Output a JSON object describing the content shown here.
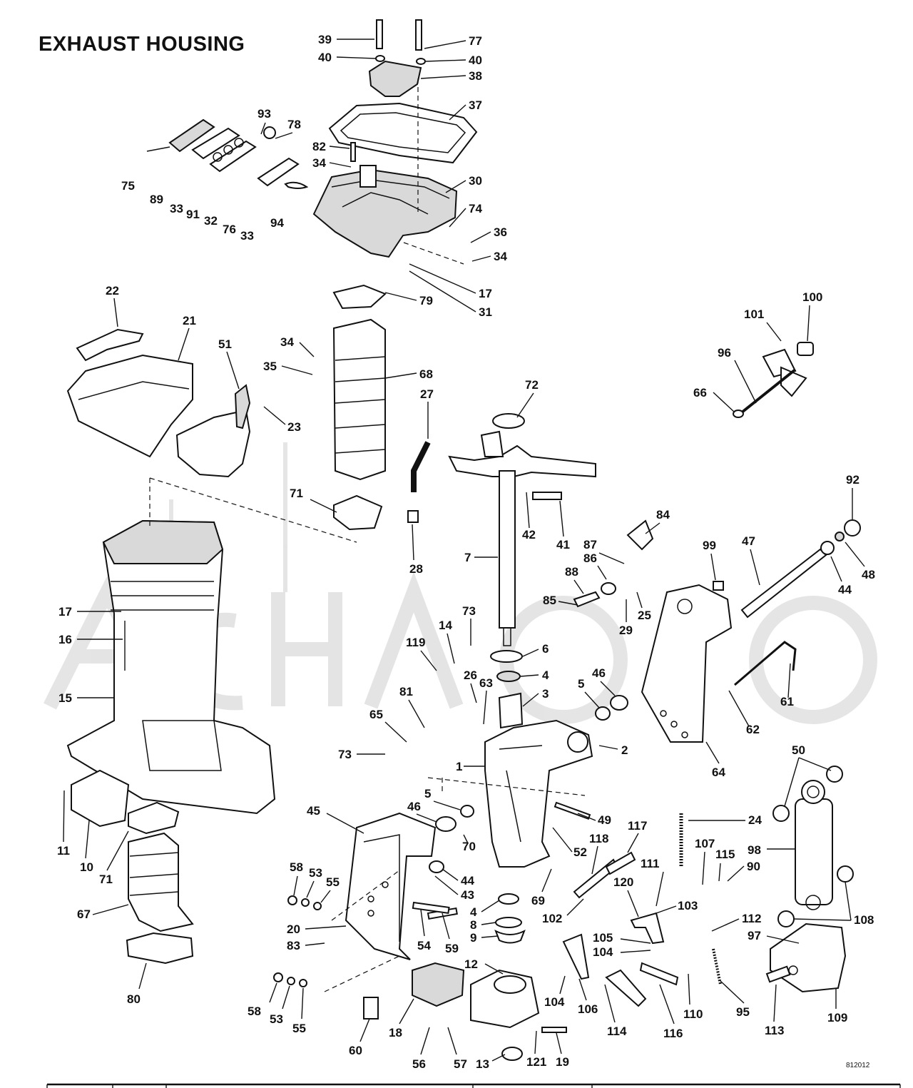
{
  "title": "EXHAUST HOUSING",
  "reference_number": "812012",
  "callouts": [
    {
      "id": "c39",
      "text": "39"
    },
    {
      "id": "c40a",
      "text": "40"
    },
    {
      "id": "c77",
      "text": "77"
    },
    {
      "id": "c40b",
      "text": "40"
    },
    {
      "id": "c38",
      "text": "38"
    },
    {
      "id": "c37",
      "text": "37"
    },
    {
      "id": "c93",
      "text": "93"
    },
    {
      "id": "c78",
      "text": "78"
    },
    {
      "id": "c82",
      "text": "82"
    },
    {
      "id": "c34a",
      "text": "34"
    },
    {
      "id": "c30",
      "text": "30"
    },
    {
      "id": "c74",
      "text": "74"
    },
    {
      "id": "c75",
      "text": "75"
    },
    {
      "id": "c89",
      "text": "89"
    },
    {
      "id": "c33a",
      "text": "33"
    },
    {
      "id": "c91",
      "text": "91"
    },
    {
      "id": "c32",
      "text": "32"
    },
    {
      "id": "c76",
      "text": "76"
    },
    {
      "id": "c33b",
      "text": "33"
    },
    {
      "id": "c94",
      "text": "94"
    },
    {
      "id": "c36",
      "text": "36"
    },
    {
      "id": "c34b",
      "text": "34"
    },
    {
      "id": "c17a",
      "text": "17"
    },
    {
      "id": "c31",
      "text": "31"
    },
    {
      "id": "c79",
      "text": "79"
    },
    {
      "id": "c22",
      "text": "22"
    },
    {
      "id": "c21",
      "text": "21"
    },
    {
      "id": "c51",
      "text": "51"
    },
    {
      "id": "c23",
      "text": "23"
    },
    {
      "id": "c34c",
      "text": "34"
    },
    {
      "id": "c35",
      "text": "35"
    },
    {
      "id": "c68",
      "text": "68"
    },
    {
      "id": "c27",
      "text": "27"
    },
    {
      "id": "c72",
      "text": "72"
    },
    {
      "id": "c100",
      "text": "100"
    },
    {
      "id": "c101",
      "text": "101"
    },
    {
      "id": "c96",
      "text": "96"
    },
    {
      "id": "c66",
      "text": "66"
    },
    {
      "id": "c71a",
      "text": "71"
    },
    {
      "id": "c28",
      "text": "28"
    },
    {
      "id": "c7",
      "text": "7"
    },
    {
      "id": "c42",
      "text": "42"
    },
    {
      "id": "c41",
      "text": "41"
    },
    {
      "id": "c84",
      "text": "84"
    },
    {
      "id": "c92",
      "text": "92"
    },
    {
      "id": "c87",
      "text": "87"
    },
    {
      "id": "c86",
      "text": "86"
    },
    {
      "id": "c99",
      "text": "99"
    },
    {
      "id": "c47",
      "text": "47"
    },
    {
      "id": "c88",
      "text": "88"
    },
    {
      "id": "c85",
      "text": "85"
    },
    {
      "id": "c25",
      "text": "25"
    },
    {
      "id": "c29",
      "text": "29"
    },
    {
      "id": "c44a",
      "text": "44"
    },
    {
      "id": "c48",
      "text": "48"
    },
    {
      "id": "c17b",
      "text": "17"
    },
    {
      "id": "c16",
      "text": "16"
    },
    {
      "id": "c15",
      "text": "15"
    },
    {
      "id": "c73a",
      "text": "73"
    },
    {
      "id": "c14",
      "text": "14"
    },
    {
      "id": "c119",
      "text": "119"
    },
    {
      "id": "c6",
      "text": "6"
    },
    {
      "id": "c4a",
      "text": "4"
    },
    {
      "id": "c26",
      "text": "26"
    },
    {
      "id": "c63",
      "text": "63"
    },
    {
      "id": "c3",
      "text": "3"
    },
    {
      "id": "c5a",
      "text": "5"
    },
    {
      "id": "c46a",
      "text": "46"
    },
    {
      "id": "c81",
      "text": "81"
    },
    {
      "id": "c65",
      "text": "65"
    },
    {
      "id": "c61",
      "text": "61"
    },
    {
      "id": "c62",
      "text": "62"
    },
    {
      "id": "c2",
      "text": "2"
    },
    {
      "id": "c73b",
      "text": "73"
    },
    {
      "id": "c1",
      "text": "1"
    },
    {
      "id": "c64",
      "text": "64"
    },
    {
      "id": "c50",
      "text": "50"
    },
    {
      "id": "c11",
      "text": "11"
    },
    {
      "id": "c10",
      "text": "10"
    },
    {
      "id": "c5b",
      "text": "5"
    },
    {
      "id": "c46b",
      "text": "46"
    },
    {
      "id": "c45",
      "text": "45"
    },
    {
      "id": "c49",
      "text": "49"
    },
    {
      "id": "c24",
      "text": "24"
    },
    {
      "id": "c117",
      "text": "117"
    },
    {
      "id": "c118",
      "text": "118"
    },
    {
      "id": "c52",
      "text": "52"
    },
    {
      "id": "c98",
      "text": "98"
    },
    {
      "id": "c70",
      "text": "70"
    },
    {
      "id": "c71b",
      "text": "71"
    },
    {
      "id": "c58a",
      "text": "58"
    },
    {
      "id": "c53a",
      "text": "53"
    },
    {
      "id": "c55a",
      "text": "55"
    },
    {
      "id": "c44b",
      "text": "44"
    },
    {
      "id": "c43",
      "text": "43"
    },
    {
      "id": "c107",
      "text": "107"
    },
    {
      "id": "c115",
      "text": "115"
    },
    {
      "id": "c111",
      "text": "111"
    },
    {
      "id": "c90",
      "text": "90"
    },
    {
      "id": "c69",
      "text": "69"
    },
    {
      "id": "c120",
      "text": "120"
    },
    {
      "id": "c67",
      "text": "67"
    },
    {
      "id": "c4b",
      "text": "4"
    },
    {
      "id": "c102",
      "text": "102"
    },
    {
      "id": "c103",
      "text": "103"
    },
    {
      "id": "c108",
      "text": "108"
    },
    {
      "id": "c20",
      "text": "20"
    },
    {
      "id": "c8",
      "text": "8"
    },
    {
      "id": "c112",
      "text": "112"
    },
    {
      "id": "c54",
      "text": "54"
    },
    {
      "id": "c59",
      "text": "59"
    },
    {
      "id": "c105",
      "text": "105"
    },
    {
      "id": "c97",
      "text": "97"
    },
    {
      "id": "c83",
      "text": "83"
    },
    {
      "id": "c9",
      "text": "9"
    },
    {
      "id": "c104a",
      "text": "104"
    },
    {
      "id": "c12",
      "text": "12"
    },
    {
      "id": "c80",
      "text": "80"
    },
    {
      "id": "c104b",
      "text": "104"
    },
    {
      "id": "c58b",
      "text": "58"
    },
    {
      "id": "c53b",
      "text": "53"
    },
    {
      "id": "c106",
      "text": "106"
    },
    {
      "id": "c110",
      "text": "110"
    },
    {
      "id": "c95",
      "text": "95"
    },
    {
      "id": "c109",
      "text": "109"
    },
    {
      "id": "c55b",
      "text": "55"
    },
    {
      "id": "c18",
      "text": "18"
    },
    {
      "id": "c114",
      "text": "114"
    },
    {
      "id": "c116",
      "text": "116"
    },
    {
      "id": "c113",
      "text": "113"
    },
    {
      "id": "c60",
      "text": "60"
    },
    {
      "id": "c56",
      "text": "56"
    },
    {
      "id": "c57",
      "text": "57"
    },
    {
      "id": "c13",
      "text": "13"
    },
    {
      "id": "c121",
      "text": "121"
    },
    {
      "id": "c19",
      "text": "19"
    }
  ]
}
